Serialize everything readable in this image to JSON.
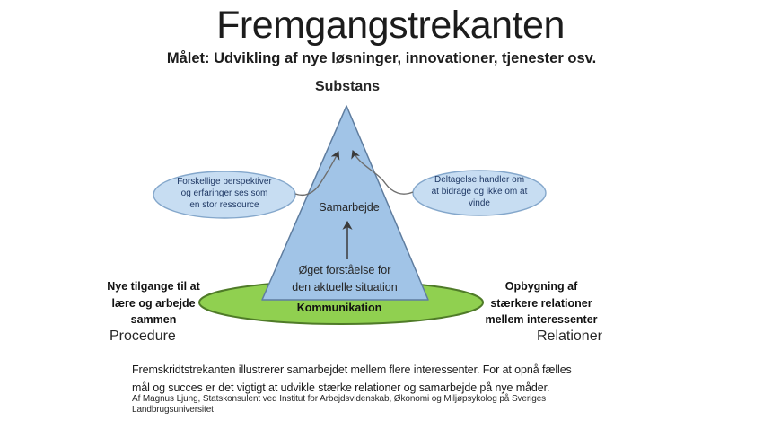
{
  "slide": {
    "title": "Fremgangstrekanten",
    "subtitle": "Målet: Udvikling af nye løsninger, innovationer, tjenester osv.",
    "labels": {
      "top": "Substans",
      "bottom_left": "Procedure",
      "bottom_right": "Relationer"
    },
    "triangle": {
      "center_label": "Samarbejde",
      "base_lines": [
        "Øget forståelse for",
        "den aktuelle situation"
      ]
    },
    "left_ellipse_lines": [
      "Forskellige perspektiver",
      "og erfaringer ses som",
      "en stor ressource"
    ],
    "right_ellipse_lines": [
      "Deltagelse handler om",
      "at bidrage og ikke om at",
      "vinde"
    ],
    "green_ellipse_label": "Kommunikation",
    "left_note_lines": [
      "Nye tilgange til at",
      "lære og arbejde",
      "sammen"
    ],
    "right_note_lines": [
      "Opbygning af",
      "stærkere relationer",
      "mellem interessenter"
    ],
    "footer": {
      "paragraph_lines": [
        "Fremskridtstrekanten illustrerer samarbejdet mellem flere interessenter.  For at opnå fælles",
        "mål og succes er det vigtigt at udvikle stærke relationer og samarbejde på nye måder."
      ],
      "credit_lines": [
        "Af Magnus Ljung, Statskonsulent ved Institut for Arbejdsvidenskab, Økonomi og Miljøpsykolog på Sveriges",
        "Landbrugsuniversitet"
      ]
    },
    "colors": {
      "triangle_fill": "#A1C4E7",
      "triangle_border": "#5F7D9F",
      "side_ellipse_fill": "#C7DDF2",
      "side_ellipse_border": "#84A7CB",
      "green_fill": "#90D050",
      "green_border": "#4F7B28",
      "connector": "#6E6E6E",
      "arrow": "#3A3A3A"
    }
  }
}
